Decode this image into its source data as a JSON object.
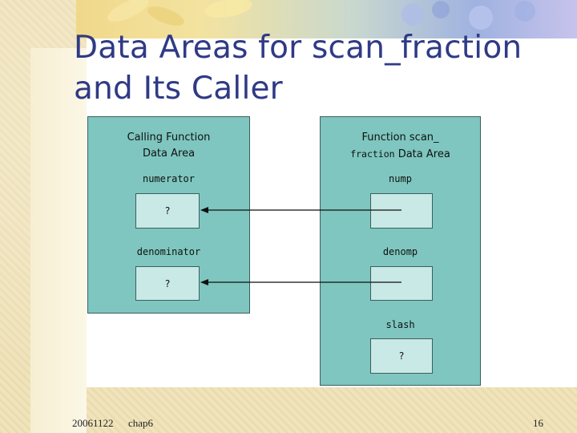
{
  "slide": {
    "title_line1": "Data Areas for scan_fraction",
    "title_line2": "and Its Caller",
    "footer_date": "20061122",
    "footer_chapter": "chap6",
    "page_number": "16"
  },
  "diagram": {
    "caller": {
      "title_line1": "Calling Function",
      "title_line2": "Data Area",
      "vars": [
        {
          "name": "numerator",
          "value": "?"
        },
        {
          "name": "denominator",
          "value": "?"
        }
      ]
    },
    "callee": {
      "title_line1": "Function scan_",
      "title_line2_mono": "fraction",
      "title_line2_rest": " Data Area",
      "vars": [
        {
          "name": "nump",
          "value": ""
        },
        {
          "name": "denomp",
          "value": ""
        },
        {
          "name": "slash",
          "value": "?"
        }
      ]
    },
    "colors": {
      "area_fill": "#7ec6bf",
      "cell_fill": "#c8e9e6",
      "title_blue": "#2f3a86"
    }
  }
}
